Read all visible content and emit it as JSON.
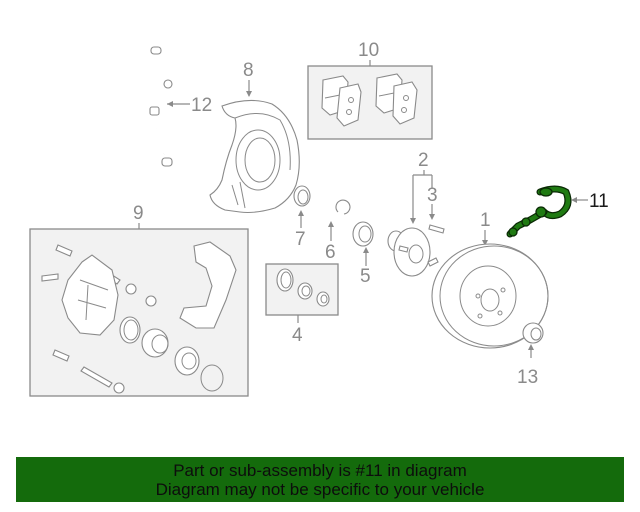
{
  "diagram": {
    "title": "Front brake assembly exploded view",
    "highlight_color": "#1f7a12",
    "line_color": "#8a8a8a",
    "callouts": [
      {
        "id": "1",
        "label": "1",
        "part": "brake-rotor"
      },
      {
        "id": "2",
        "label": "2",
        "part": "wheel-hub"
      },
      {
        "id": "3",
        "label": "3",
        "part": "wheel-stud"
      },
      {
        "id": "4",
        "label": "4",
        "part": "seal-kit"
      },
      {
        "id": "5",
        "label": "5",
        "part": "wheel-bearing"
      },
      {
        "id": "6",
        "label": "6",
        "part": "snap-ring"
      },
      {
        "id": "7",
        "label": "7",
        "part": "oil-seal"
      },
      {
        "id": "8",
        "label": "8",
        "part": "dust-shield"
      },
      {
        "id": "9",
        "label": "9",
        "part": "caliper-assembly"
      },
      {
        "id": "10",
        "label": "10",
        "part": "brake-pads"
      },
      {
        "id": "11",
        "label": "11",
        "part": "brake-hose",
        "highlighted": true
      },
      {
        "id": "12",
        "label": "12",
        "part": "abs-sensor-wire"
      },
      {
        "id": "13",
        "label": "13",
        "part": "hub-nut"
      }
    ]
  },
  "banner": {
    "line1": "Part or sub-assembly is #11 in diagram",
    "line2": "Diagram may not be specific to your vehicle",
    "background": "#146b0c"
  }
}
